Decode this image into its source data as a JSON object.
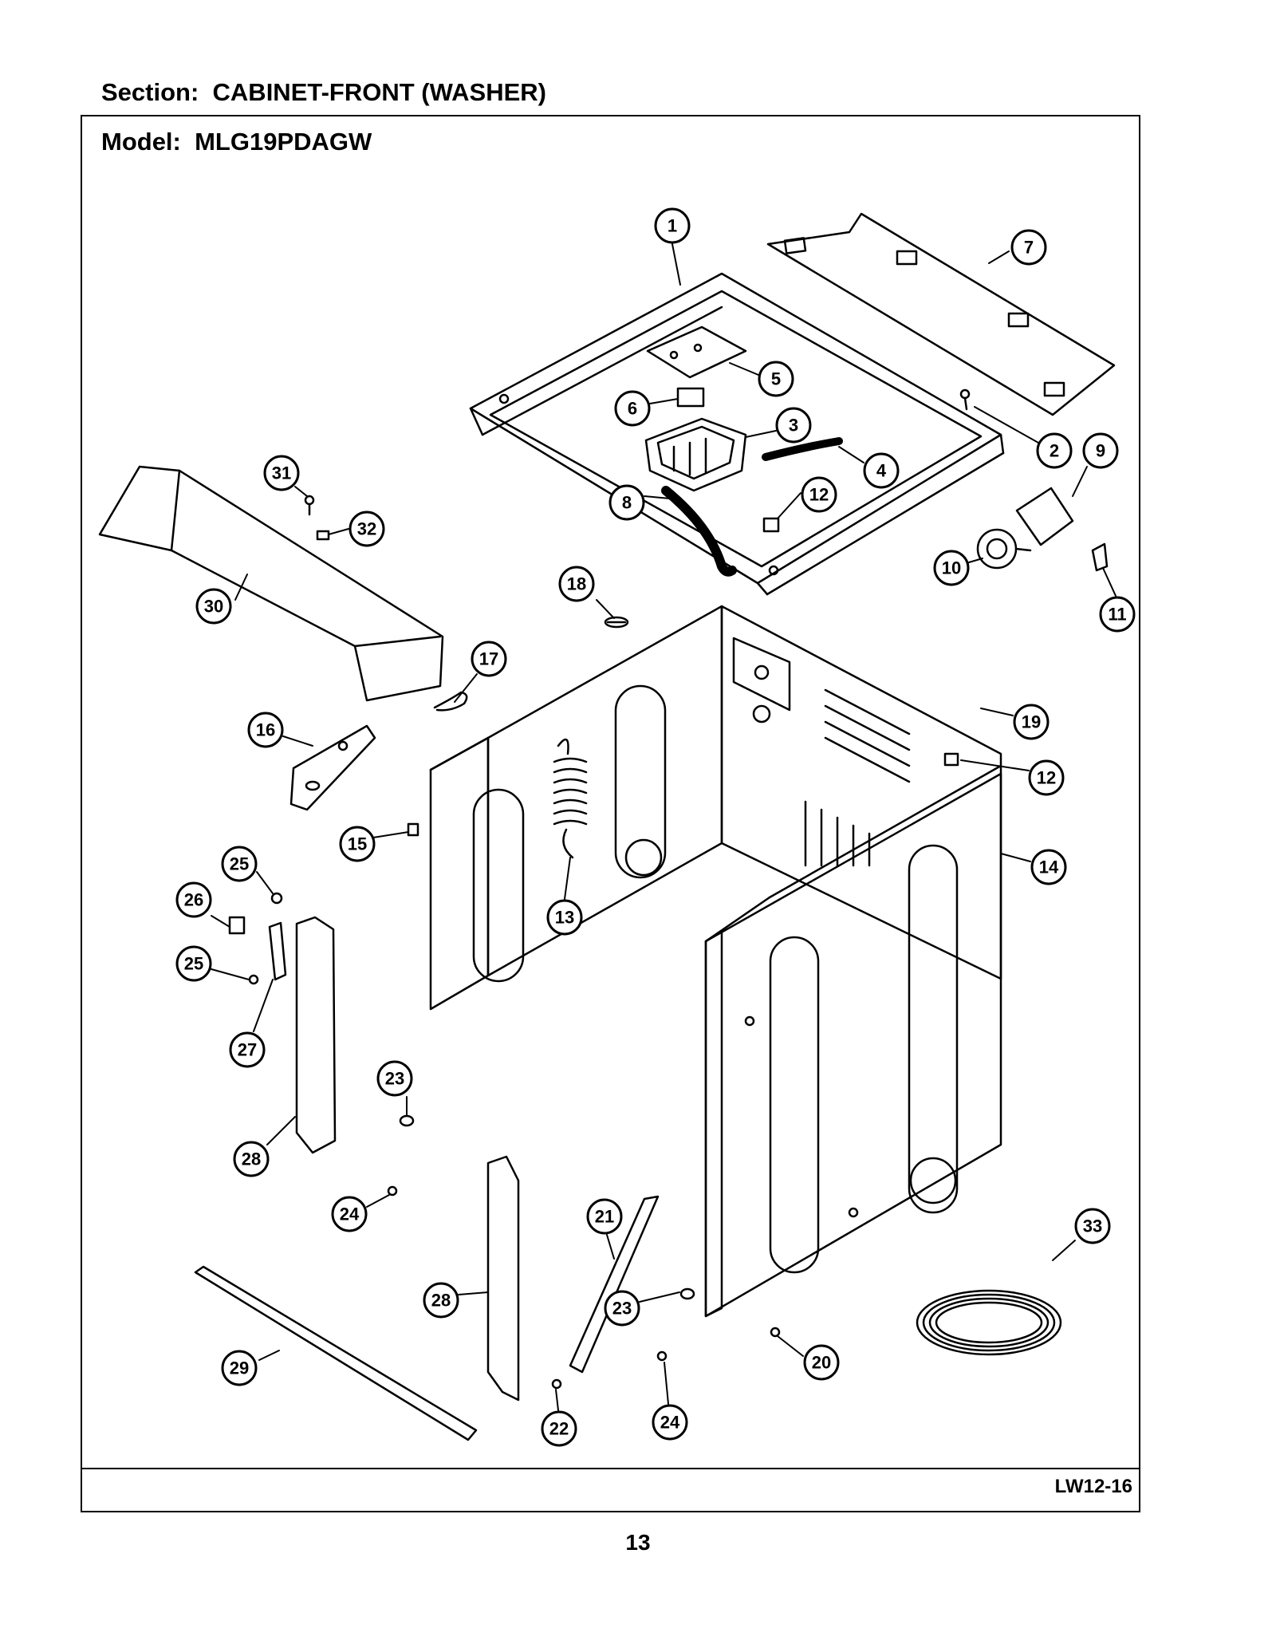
{
  "header": {
    "section_label": "Section:",
    "section_value": "CABINET-FRONT (WASHER)"
  },
  "model": {
    "label": "Model:",
    "value": "MLG19PDAGW"
  },
  "footer": {
    "code": "LW12-16",
    "page_number": "13"
  },
  "callouts": [
    "1",
    "2",
    "3",
    "4",
    "5",
    "6",
    "7",
    "8",
    "9",
    "10",
    "11",
    "12",
    "12",
    "13",
    "14",
    "15",
    "16",
    "17",
    "18",
    "19",
    "20",
    "21",
    "22",
    "23",
    "23",
    "24",
    "24",
    "25",
    "25",
    "26",
    "27",
    "28",
    "28",
    "29",
    "30",
    "31",
    "32",
    "33"
  ]
}
